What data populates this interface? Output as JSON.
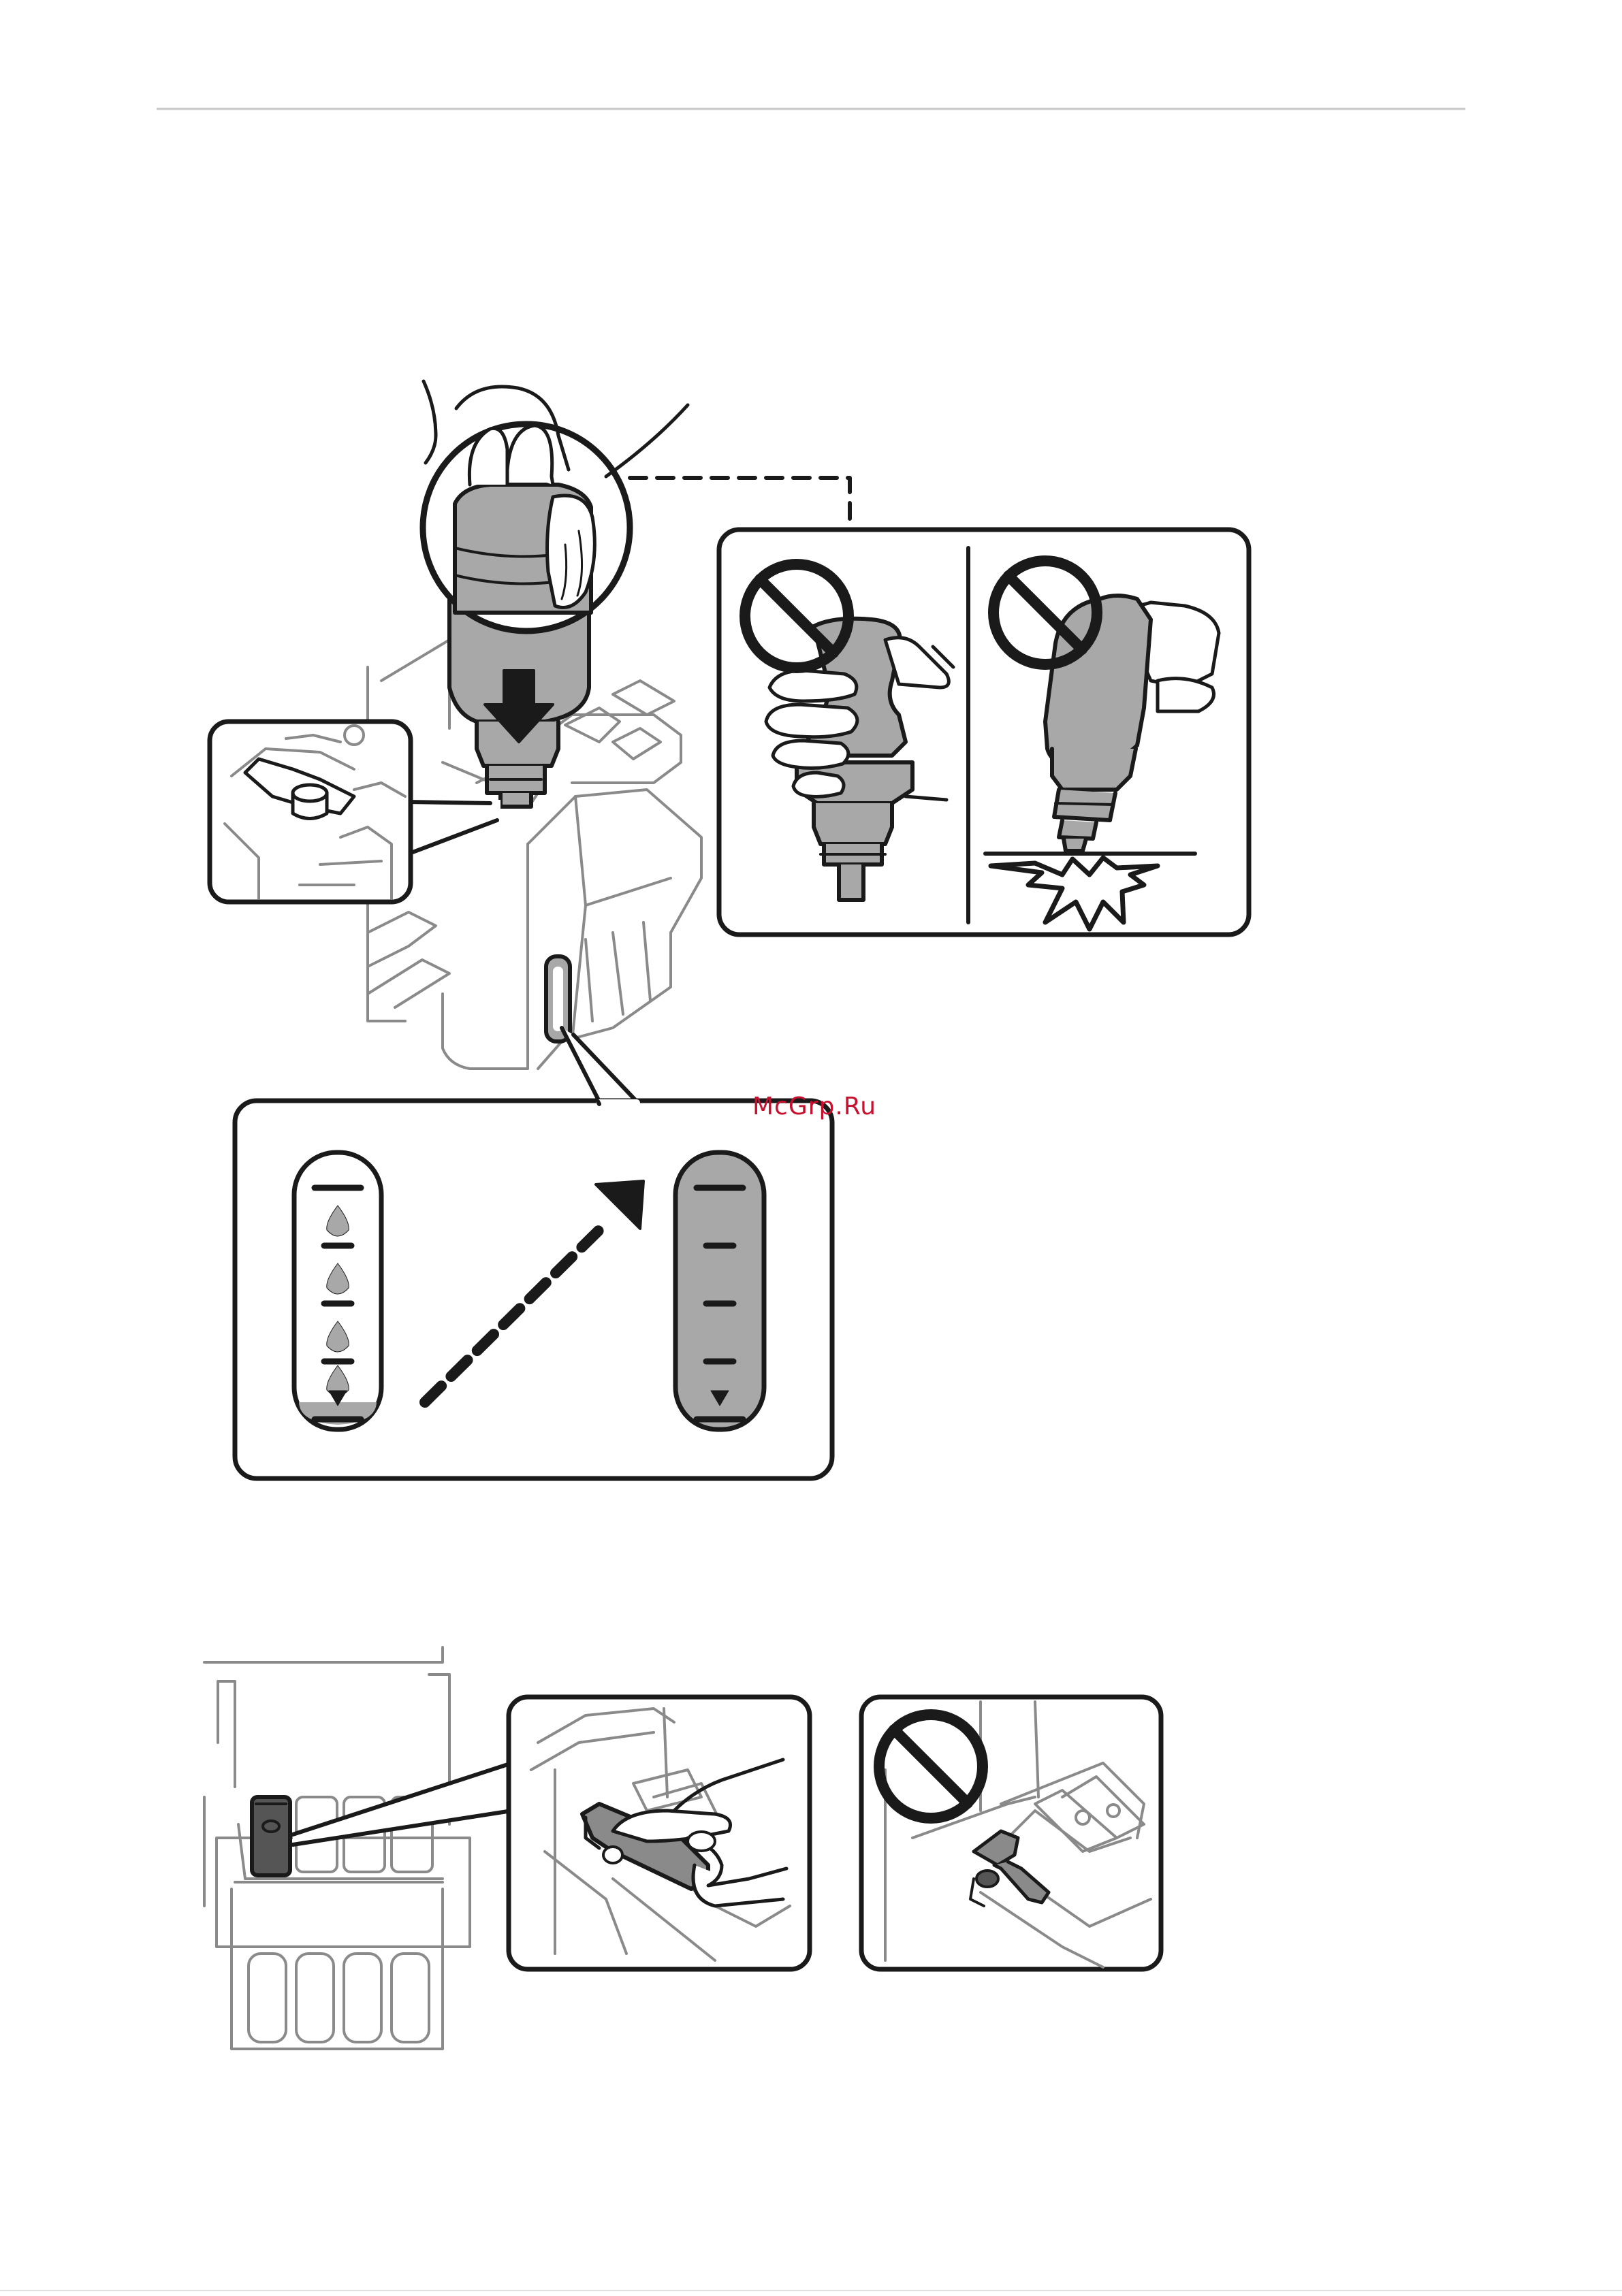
{
  "watermark": {
    "text": "McGrp.Ru",
    "color": "#c8102e"
  },
  "colors": {
    "ink": "#1a1a1a",
    "ink_fill": "#a8a8a8",
    "line_gray": "#8a8a8a",
    "background": "#ffffff"
  },
  "figures": [
    {
      "name": "refill-ink-bottle-figure",
      "icons": [
        "prohibited-icon",
        "prohibited-icon",
        "down-arrow-icon",
        "diagonal-dashed-arrow-icon"
      ]
    },
    {
      "name": "close-tank-cap-figure",
      "icons": [
        "prohibited-icon"
      ]
    }
  ],
  "ink_level_gauges": [
    {
      "name": "tank-gauge-filling",
      "fill_fraction": 0.0,
      "tick_count": 5
    },
    {
      "name": "tank-gauge-full",
      "fill_fraction": 1.0,
      "tick_count": 5
    }
  ]
}
